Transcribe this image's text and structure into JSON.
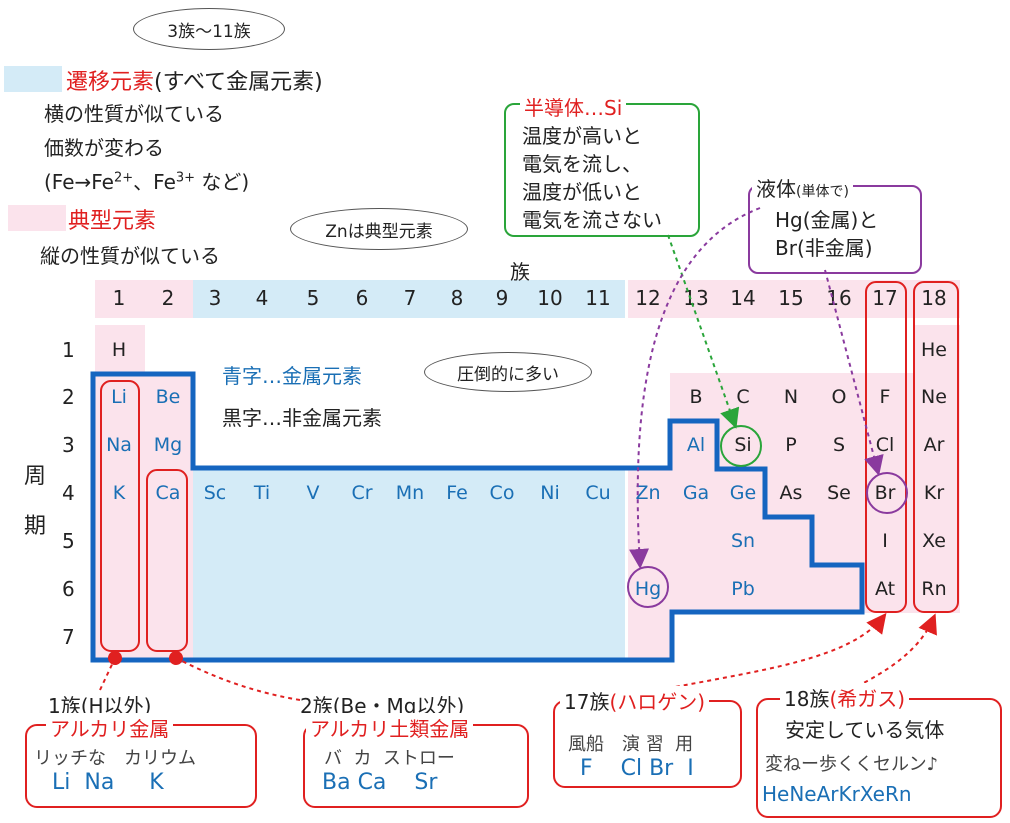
{
  "legend": {
    "group_bubble": "3族〜11族",
    "transition_title": "遷移元素",
    "transition_note": "(すべて金属元素)",
    "transition_line1": "横の性質が似ている",
    "transition_line2": "価数が変わる",
    "transition_line3_a": "(Fe→Fe",
    "transition_line3_sup1": "2+",
    "transition_line3_b": "、Fe",
    "transition_line3_sup2": "3+",
    "transition_line3_c": " など)",
    "typical_title": "典型元素",
    "typical_line1": "縦の性質が似ている",
    "zn_bubble": "Znは典型元素",
    "metal_label": "青字…金属元素",
    "metal_bubble": "圧倒的に多い",
    "nonmetal_label": "黒字…非金属元素"
  },
  "axis": {
    "group_label": "族",
    "period_label_1": "周",
    "period_label_2": "期",
    "groups": [
      "1",
      "2",
      "3",
      "4",
      "5",
      "6",
      "7",
      "8",
      "9",
      "10",
      "11",
      "12",
      "13",
      "14",
      "15",
      "16",
      "17",
      "18"
    ],
    "periods": [
      "1",
      "2",
      "3",
      "4",
      "5",
      "6",
      "7"
    ]
  },
  "semiconductor": {
    "title": "半導体…Si",
    "lines": [
      "温度が高いと",
      "電気を流し、",
      "温度が低いと",
      "電気を流さない"
    ]
  },
  "liquid": {
    "title": "液体",
    "title_small": "(単体で)",
    "line1": "Hg(金属)と",
    "line2": "Br(非金属)"
  },
  "elements": {
    "H": "H",
    "Li": "Li",
    "Be": "Be",
    "Na": "Na",
    "Mg": "Mg",
    "K": "K",
    "Ca": "Ca",
    "Sc": "Sc",
    "Ti": "Ti",
    "V": "V",
    "Cr": "Cr",
    "Mn": "Mn",
    "Fe": "Fe",
    "Co": "Co",
    "Ni": "Ni",
    "Cu": "Cu",
    "Zn": "Zn",
    "Ga": "Ga",
    "Ge": "Ge",
    "As": "As",
    "Se": "Se",
    "Br": "Br",
    "Kr": "Kr",
    "B": "B",
    "C": "C",
    "N": "N",
    "O": "O",
    "F": "F",
    "Ne": "Ne",
    "He": "He",
    "Al": "Al",
    "Si": "Si",
    "P": "P",
    "S": "S",
    "Cl": "Cl",
    "Ar": "Ar",
    "Sn": "Sn",
    "I": "I",
    "Xe": "Xe",
    "Hg": "Hg",
    "Pb": "Pb",
    "At": "At",
    "Rn": "Rn"
  },
  "bottom": {
    "g1_label": "1族(H以外)",
    "g1_title": "アルカリ金属",
    "g1_mnemonic": "リッチな　カリウム",
    "g1_symbols": "Li  Na     K",
    "g2_label": "2族(Be・Mg以外)",
    "g2_title": "アルカリ土類金属",
    "g2_mnemonic": "バ  カ  ストロー",
    "g2_symbols": "Ba Ca    Sr",
    "g17_label": "17族",
    "g17_title": "(ハロゲン)",
    "g17_mnemonic": "風船　演 習  用",
    "g17_symbols": "F    Cl Br  I",
    "g18_label": "18族",
    "g18_title": "(希ガス)",
    "g18_line1": "安定している気体",
    "g18_mnemonic": "変ねー歩くくセルン♪",
    "g18_symbols": "HeNeArKrXeRn"
  },
  "colors": {
    "red": "#e02020",
    "blue": "#1a6fb5",
    "frame_blue": "#1565c0",
    "pink": "#fbe3ec",
    "light_blue": "#d4ebf7",
    "purple": "#8a3a9e",
    "green": "#2aa53a"
  }
}
